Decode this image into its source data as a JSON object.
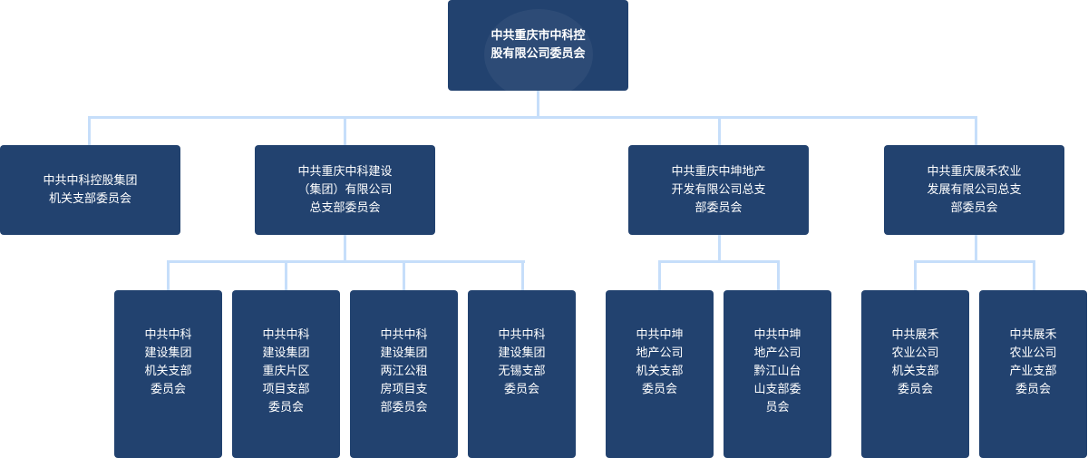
{
  "root": {
    "lines": [
      "中共重庆市中科控",
      "股有限公司委员会"
    ]
  },
  "level2": [
    {
      "lines": [
        "中共中科控股集团",
        "机关支部委员会"
      ]
    },
    {
      "lines": [
        "中共重庆中科建设",
        "（集团）有限公司",
        "总支部委员会"
      ]
    },
    {
      "lines": [
        "中共重庆中坤地产",
        "开发有限公司总支",
        "部委员会"
      ]
    },
    {
      "lines": [
        "中共重庆展禾农业",
        "发展有限公司总支",
        "部委员会"
      ]
    }
  ],
  "level3": [
    {
      "lines": [
        "中共中科",
        "建设集团",
        "机关支部",
        "委员会"
      ]
    },
    {
      "lines": [
        "中共中科",
        "建设集团",
        "重庆片区",
        "项目支部",
        "委员会"
      ]
    },
    {
      "lines": [
        "中共中科",
        "建设集团",
        "两江公租",
        "房项目支",
        "部委员会"
      ]
    },
    {
      "lines": [
        "中共中科",
        "建设集团",
        "无锡支部",
        "委员会"
      ]
    },
    {
      "lines": [
        "中共中坤",
        "地产公司",
        "机关支部",
        "委员会"
      ]
    },
    {
      "lines": [
        "中共中坤",
        "地产公司",
        "黔江山台",
        "山支部委",
        "员会"
      ]
    },
    {
      "lines": [
        "中共展禾",
        "农业公司",
        "机关支部",
        "委员会"
      ]
    },
    {
      "lines": [
        "中共展禾",
        "农业公司",
        "产业支部",
        "委员会"
      ]
    }
  ],
  "colors": {
    "node": "#22426f",
    "connector": "#c6defa"
  }
}
